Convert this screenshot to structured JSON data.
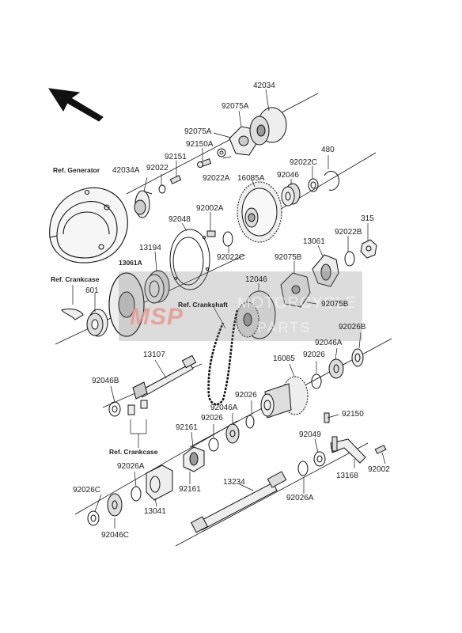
{
  "labels": {
    "p42034": "42034",
    "p92075A_top": "92075A",
    "p92075A_left": "92075A",
    "p92150A": "92150A",
    "p92151": "92151",
    "p92022": "92022",
    "p42034A": "42034A",
    "ref_generator": "Ref. Generator",
    "p92022A": "92022A",
    "p16085A": "16085A",
    "p92046_top": "92046",
    "p92022C_top": "92022C",
    "p480": "480",
    "p92002A": "92002A",
    "p92048": "92048",
    "p315": "315",
    "p13194": "13194",
    "p13061A": "13061A",
    "p92022C_mid": "92022C",
    "p92022B": "92022B",
    "p13061": "13061",
    "p92075B_top": "92075B",
    "ref_crankcase_top": "Ref. Crankcase",
    "p12046": "12046",
    "p601": "601",
    "ref_crankshaft": "Ref. Crankshaft",
    "p92075B_right": "92075B",
    "p92026B": "92026B",
    "p92046A_right": "92046A",
    "p13107": "13107",
    "p92026_right": "92026",
    "p16085": "16085",
    "p92046B": "92046B",
    "p92026_mid": "92026",
    "p92046A_mid": "92046A",
    "p92150": "92150",
    "p92026_left": "92026",
    "p92161_top": "92161",
    "ref_crankcase_bot": "Ref. Crankcase",
    "p92049": "92049",
    "p92026A_left": "92026A",
    "p92002": "92002",
    "p13168": "13168",
    "p13234": "13234",
    "p92161_bot": "92161",
    "p92026A_right": "92026A",
    "p92026C": "92026C",
    "p13041": "13041",
    "p92046C": "92046C"
  },
  "watermark": {
    "logo": "MSP",
    "line1": "MOTORCYCLE",
    "line2": "PARTS"
  }
}
